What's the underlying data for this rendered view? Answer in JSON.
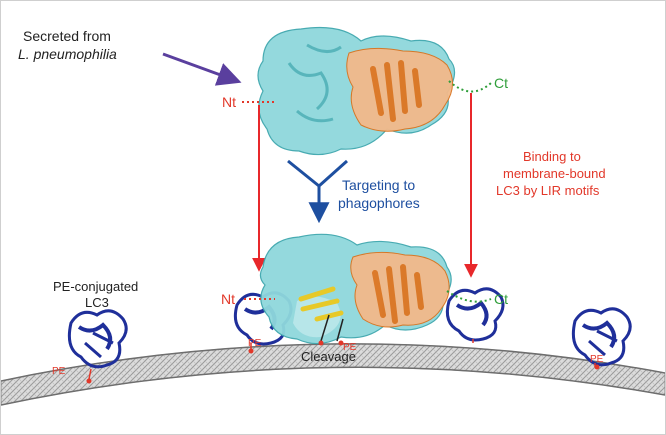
{
  "labels": {
    "secreted_line1": "Secreted from",
    "secreted_line2": "L. pneumophilia",
    "nt_top": "Nt",
    "ct_top": "Ct",
    "targeting_line1": "Targeting to",
    "targeting_line2": "phagophores",
    "binding_line1": "Binding to",
    "binding_line2": "membrane-bound",
    "binding_line3": "LC3 by LIR motifs",
    "pe_conj_line1": "PE-conjugated",
    "pe_conj_line2": "LC3",
    "nt_bottom": "Nt",
    "ct_bottom": "Ct",
    "cleavage": "Cleavage",
    "pe": "PE"
  },
  "colors": {
    "protein_cyan": "#8fd8dc",
    "protein_cyan_dark": "#3fa7ae",
    "protein_orange": "#f2b98a",
    "helix_orange": "#d9731f",
    "lc3_blue": "#1f2f9a",
    "arrow_red": "#e8282b",
    "arrow_blue": "#1e4fa0",
    "arrow_purple": "#5a3f9e",
    "terminus_red": "#e2382a",
    "terminus_green": "#2f9e3a",
    "yellow_helix": "#e7c928",
    "membrane_grey": "#cfcfcf"
  }
}
